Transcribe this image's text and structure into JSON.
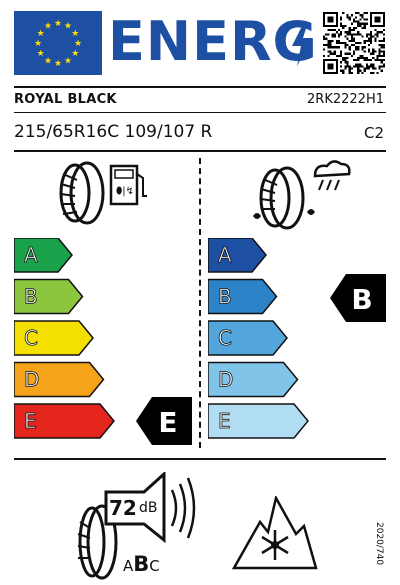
{
  "header": {
    "title": "ENERG"
  },
  "product": {
    "brand": "ROYAL BLACK",
    "article_code": "2RK2222H1",
    "tyre_size": "215/65R16C 109/107 R",
    "tyre_class": "C2"
  },
  "fuel_efficiency": {
    "scale": [
      "A",
      "B",
      "C",
      "D",
      "E"
    ],
    "rating": "E",
    "colors": [
      "#1aa24a",
      "#8cc63e",
      "#f4e000",
      "#f5a31a",
      "#e3251d"
    ]
  },
  "wet_grip": {
    "scale": [
      "A",
      "B",
      "C",
      "D",
      "E"
    ],
    "rating": "B",
    "colors": [
      "#1d4fa3",
      "#2c83c8",
      "#52a6dc",
      "#80c4ea",
      "#b0dcf4"
    ]
  },
  "noise": {
    "value": "72",
    "unit": "dB",
    "class_letters": [
      "A",
      "B",
      "C"
    ],
    "class_selected": "B"
  },
  "regulation_year": "2020/740",
  "icons": {
    "flag": "eu-flag-icon",
    "qr": "qr-code-icon",
    "fuel": "fuel-pump-tyre-icon",
    "wet": "rain-cloud-tyre-icon",
    "noise": "noise-speaker-tyre-icon",
    "snow": "three-peak-mountain-snowflake-icon"
  }
}
